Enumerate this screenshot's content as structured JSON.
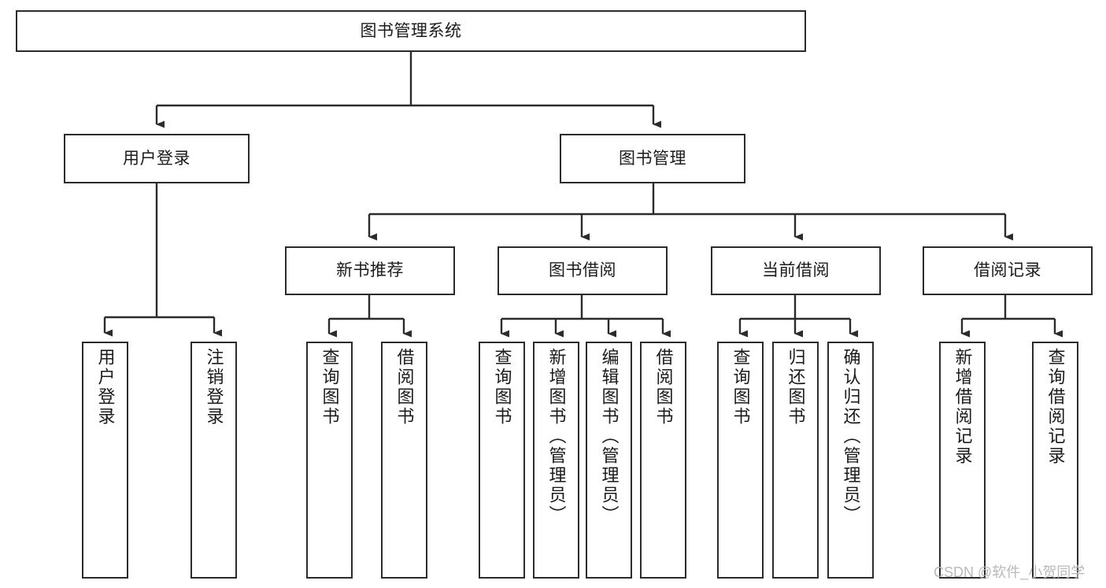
{
  "diagram": {
    "title": "图书管理系统",
    "type": "hierarchy-tree",
    "nodes": {
      "root": {
        "label": "图书管理系统",
        "level": 0
      },
      "l1": [
        {
          "id": "user-login",
          "label": "用户登录",
          "level": 1
        },
        {
          "id": "book-manage",
          "label": "图书管理",
          "level": 1
        }
      ],
      "l2": [
        {
          "id": "new-book-recommend",
          "label": "新书推荐",
          "level": 2,
          "parent": "book-manage"
        },
        {
          "id": "book-borrow",
          "label": "图书借阅",
          "level": 2,
          "parent": "book-manage"
        },
        {
          "id": "current-borrow",
          "label": "当前借阅",
          "level": 2,
          "parent": "book-manage"
        },
        {
          "id": "borrow-record",
          "label": "借阅记录",
          "level": 2,
          "parent": "book-manage"
        }
      ],
      "leaves": [
        {
          "id": "leaf-user-login",
          "label": "用户登录",
          "parent": "user-login"
        },
        {
          "id": "leaf-logout",
          "label": "注销登录",
          "parent": "user-login"
        },
        {
          "id": "leaf-query-book-1",
          "label": "查询图书",
          "parent": "new-book-recommend"
        },
        {
          "id": "leaf-borrow-book-1",
          "label": "借阅图书",
          "parent": "new-book-recommend"
        },
        {
          "id": "leaf-query-book-2",
          "label": "查询图书",
          "parent": "book-borrow"
        },
        {
          "id": "leaf-add-book",
          "label": "新增图书（管理员）",
          "parent": "book-borrow"
        },
        {
          "id": "leaf-edit-book",
          "label": "编辑图书（管理员）",
          "parent": "book-borrow"
        },
        {
          "id": "leaf-borrow-book-2",
          "label": "借阅图书",
          "parent": "book-borrow"
        },
        {
          "id": "leaf-query-book-3",
          "label": "查询图书",
          "parent": "current-borrow"
        },
        {
          "id": "leaf-return-book",
          "label": "归还图书",
          "parent": "current-borrow"
        },
        {
          "id": "leaf-confirm-return",
          "label": "确认归还（管理员）",
          "parent": "current-borrow"
        },
        {
          "id": "leaf-add-record",
          "label": "新增借阅记录",
          "parent": "borrow-record"
        },
        {
          "id": "leaf-query-record",
          "label": "查询借阅记录",
          "parent": "borrow-record"
        }
      ]
    },
    "watermark": "CSDN @软件_小贺同学",
    "colors": {
      "stroke": "#2b2b2b",
      "fill": "#ffffff",
      "text": "#1b1b1b",
      "watermark": "#b9b9b9"
    }
  }
}
